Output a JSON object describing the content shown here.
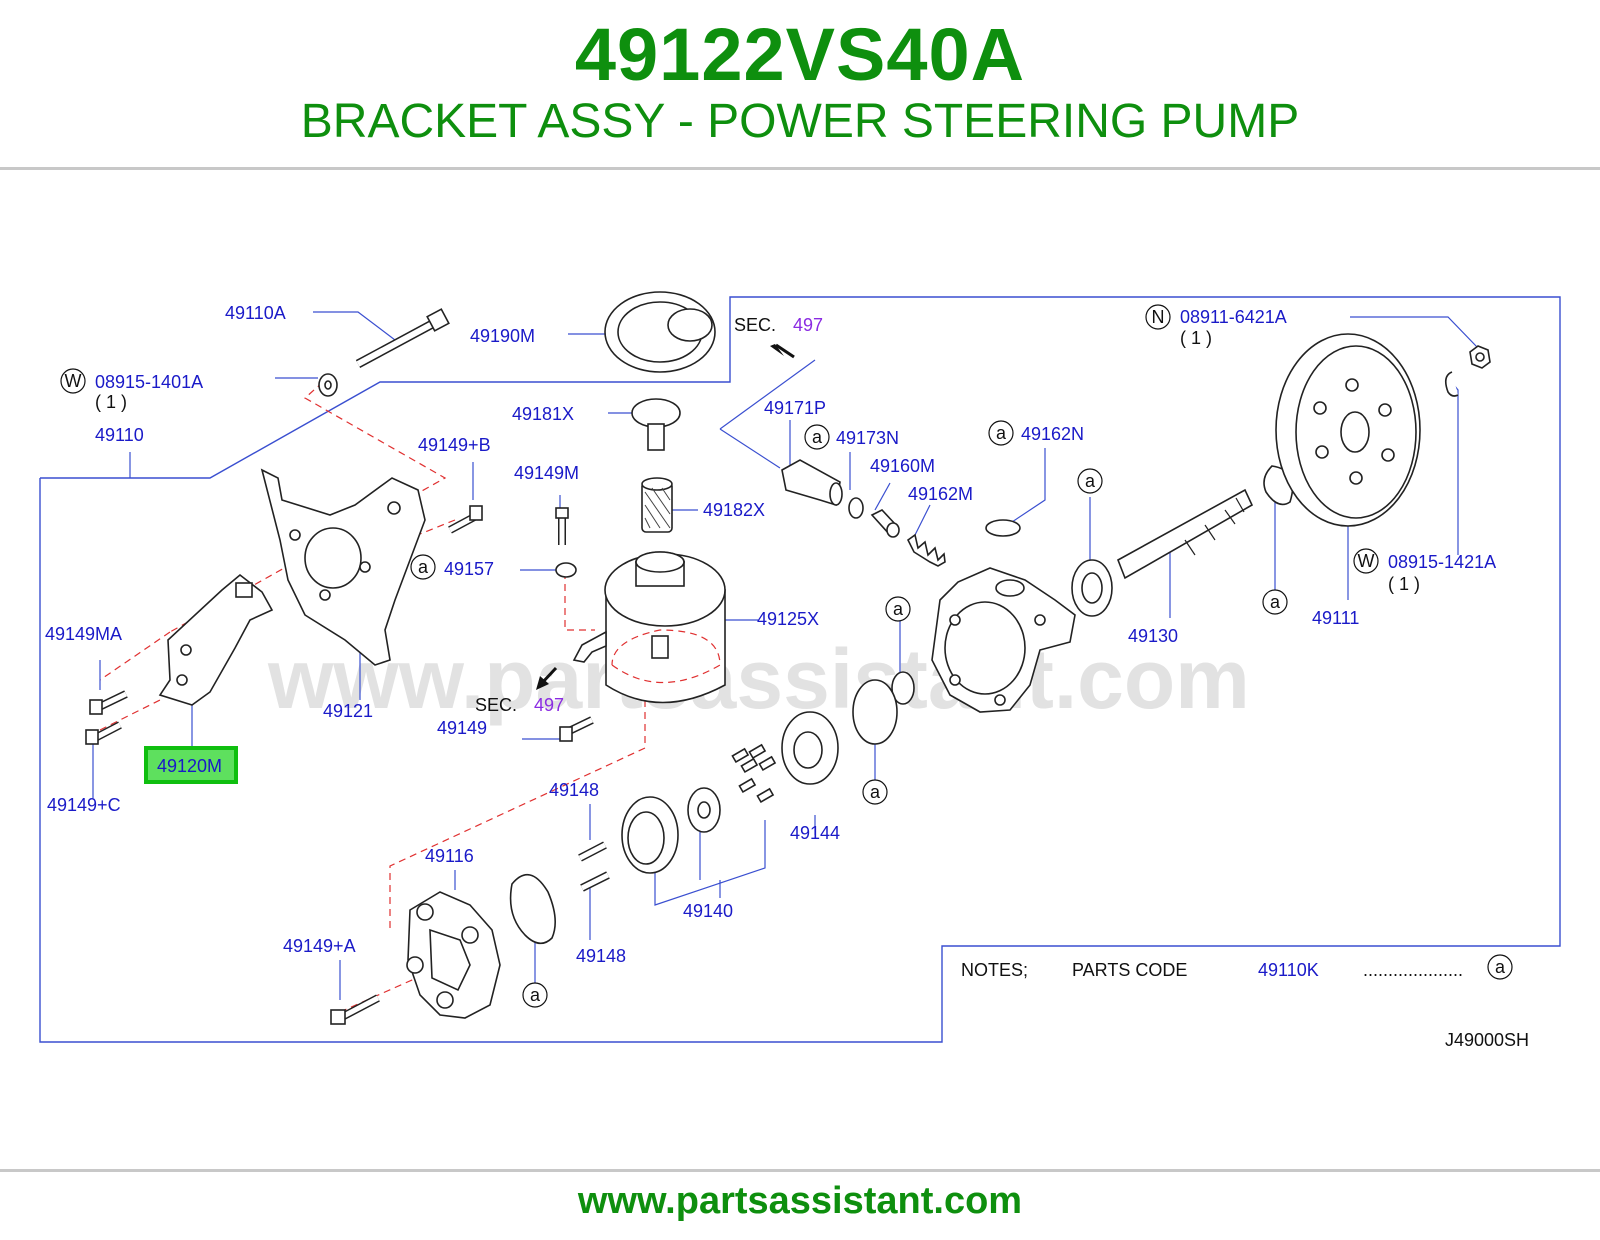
{
  "header": {
    "part_number": "49122VS40A",
    "description": "BRACKET ASSY - POWER STEERING PUMP"
  },
  "footer": {
    "url": "www.partsassistant.com"
  },
  "watermark": "www.partsassistant.com",
  "highlight_color": "#5ee05e",
  "labels": {
    "p49110A": "49110A",
    "p49190M": "49190M",
    "sec": "SEC.",
    "sec_num": "497",
    "w_marker": "W",
    "n_marker": "N",
    "a_marker": "a",
    "p08915_1401A": "08915-1401A",
    "qty_1": "( 1 )",
    "p49110": "49110",
    "p49181X": "49181X",
    "p49171P": "49171P",
    "p49173N": "49173N",
    "p49162N": "49162N",
    "p08911_6421A": "08911-6421A",
    "p49149B": "49149+B",
    "p49149M": "49149M",
    "p49160M": "49160M",
    "p49162M": "49162M",
    "p49182X": "49182X",
    "p49157": "49157",
    "p08915_1421A": "08915-1421A",
    "p49125X": "49125X",
    "p49149MA": "49149MA",
    "p49130": "49130",
    "p49111": "49111",
    "p49121": "49121",
    "p49149": "49149",
    "p49120M": "49120M",
    "p49149C": "49149+C",
    "p49148": "49148",
    "p49144": "49144",
    "p49116": "49116",
    "p49140": "49140",
    "p49149A": "49149+A",
    "notes": "NOTES;",
    "parts_code": "PARTS  CODE",
    "p49110K": "49110K",
    "dots": "....................",
    "diagram_code": "J49000SH"
  }
}
